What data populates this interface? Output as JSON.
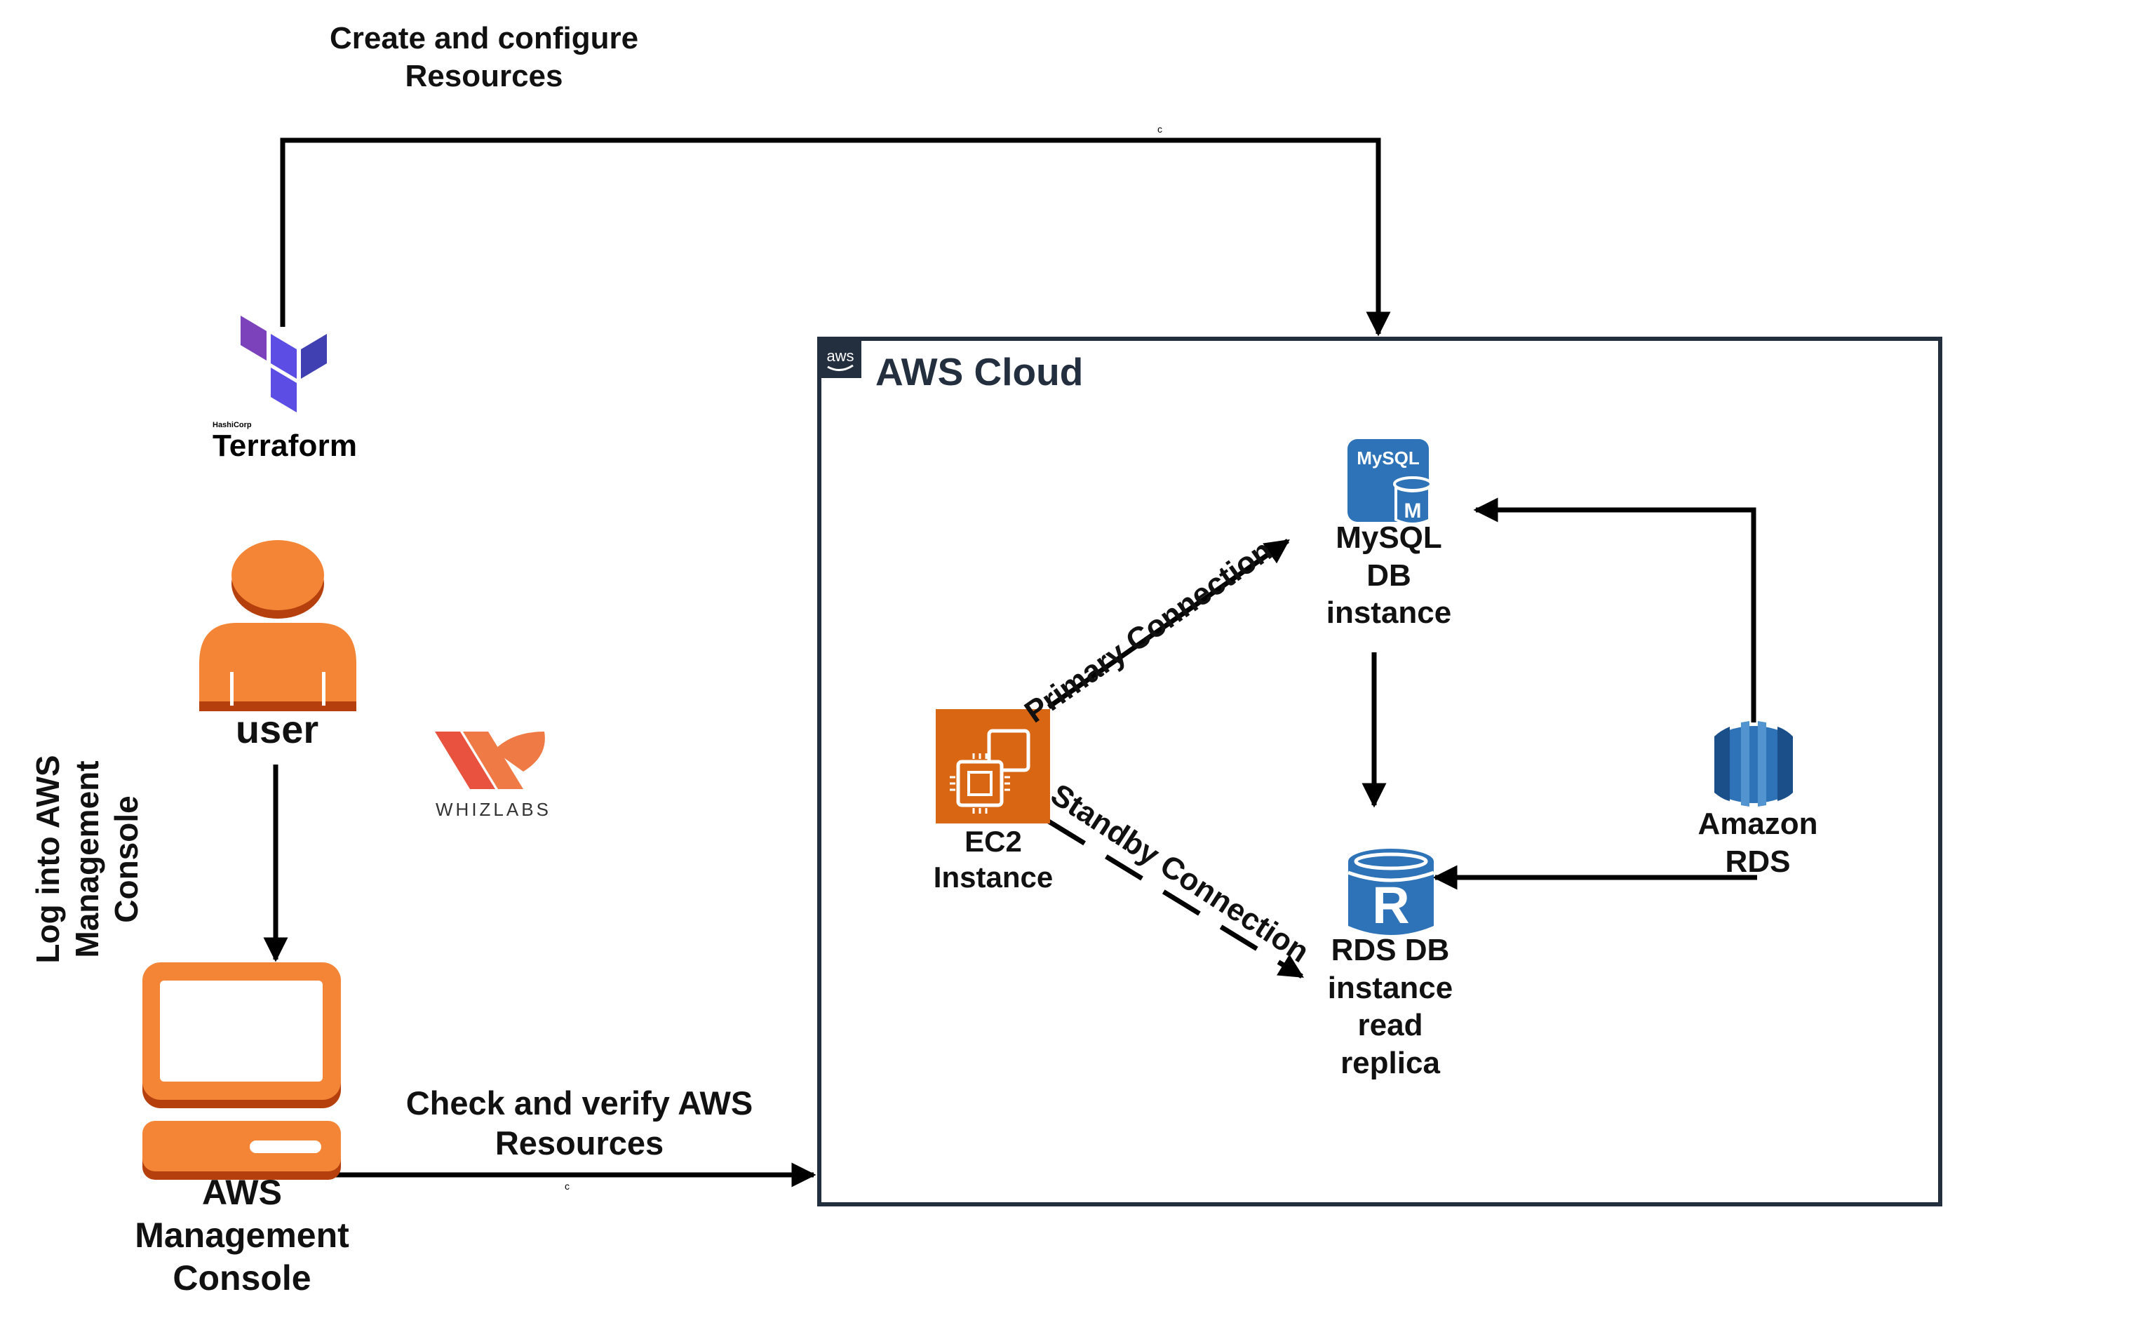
{
  "labels": {
    "terraform_action": "Create and configure Resources",
    "cloud_title": "AWS Cloud",
    "terraform_wordmark": "Terraform",
    "hashicorp": "HashiCorp",
    "user": "user",
    "login_action": "Log into AWS Management Console",
    "console": "AWS Management Console",
    "check_action": "Check and verify AWS Resources",
    "ec2": "EC2 Instance",
    "primary": "Primary Connection",
    "standby": "Standby Connection",
    "mysql": "MySQL DB instance",
    "mysql_badge": "MySQL",
    "mysql_m": "M",
    "rds_replica": "RDS DB instance read replica",
    "rds_r": "R",
    "amazon_rds": "Amazon RDS",
    "whizlabs": "WHIZLABS",
    "aws_badge": "aws",
    "tiny_c_top": "c",
    "tiny_c_bottom": "c"
  },
  "colors": {
    "cloud_border": "#232F3E",
    "aws_orange": "#F58536",
    "ec2_orange": "#D86613",
    "rds_blue": "#2E73B8",
    "terraform_purple": "#7B42BC",
    "whizlabs_red": "#E8523F"
  },
  "icons": [
    "terraform-logo-icon",
    "user-icon",
    "computer-console-icon",
    "aws-logo-icon",
    "ec2-chip-icon",
    "mysql-database-icon",
    "rds-read-replica-icon",
    "amazon-rds-icon",
    "whizlabs-logo-icon"
  ]
}
